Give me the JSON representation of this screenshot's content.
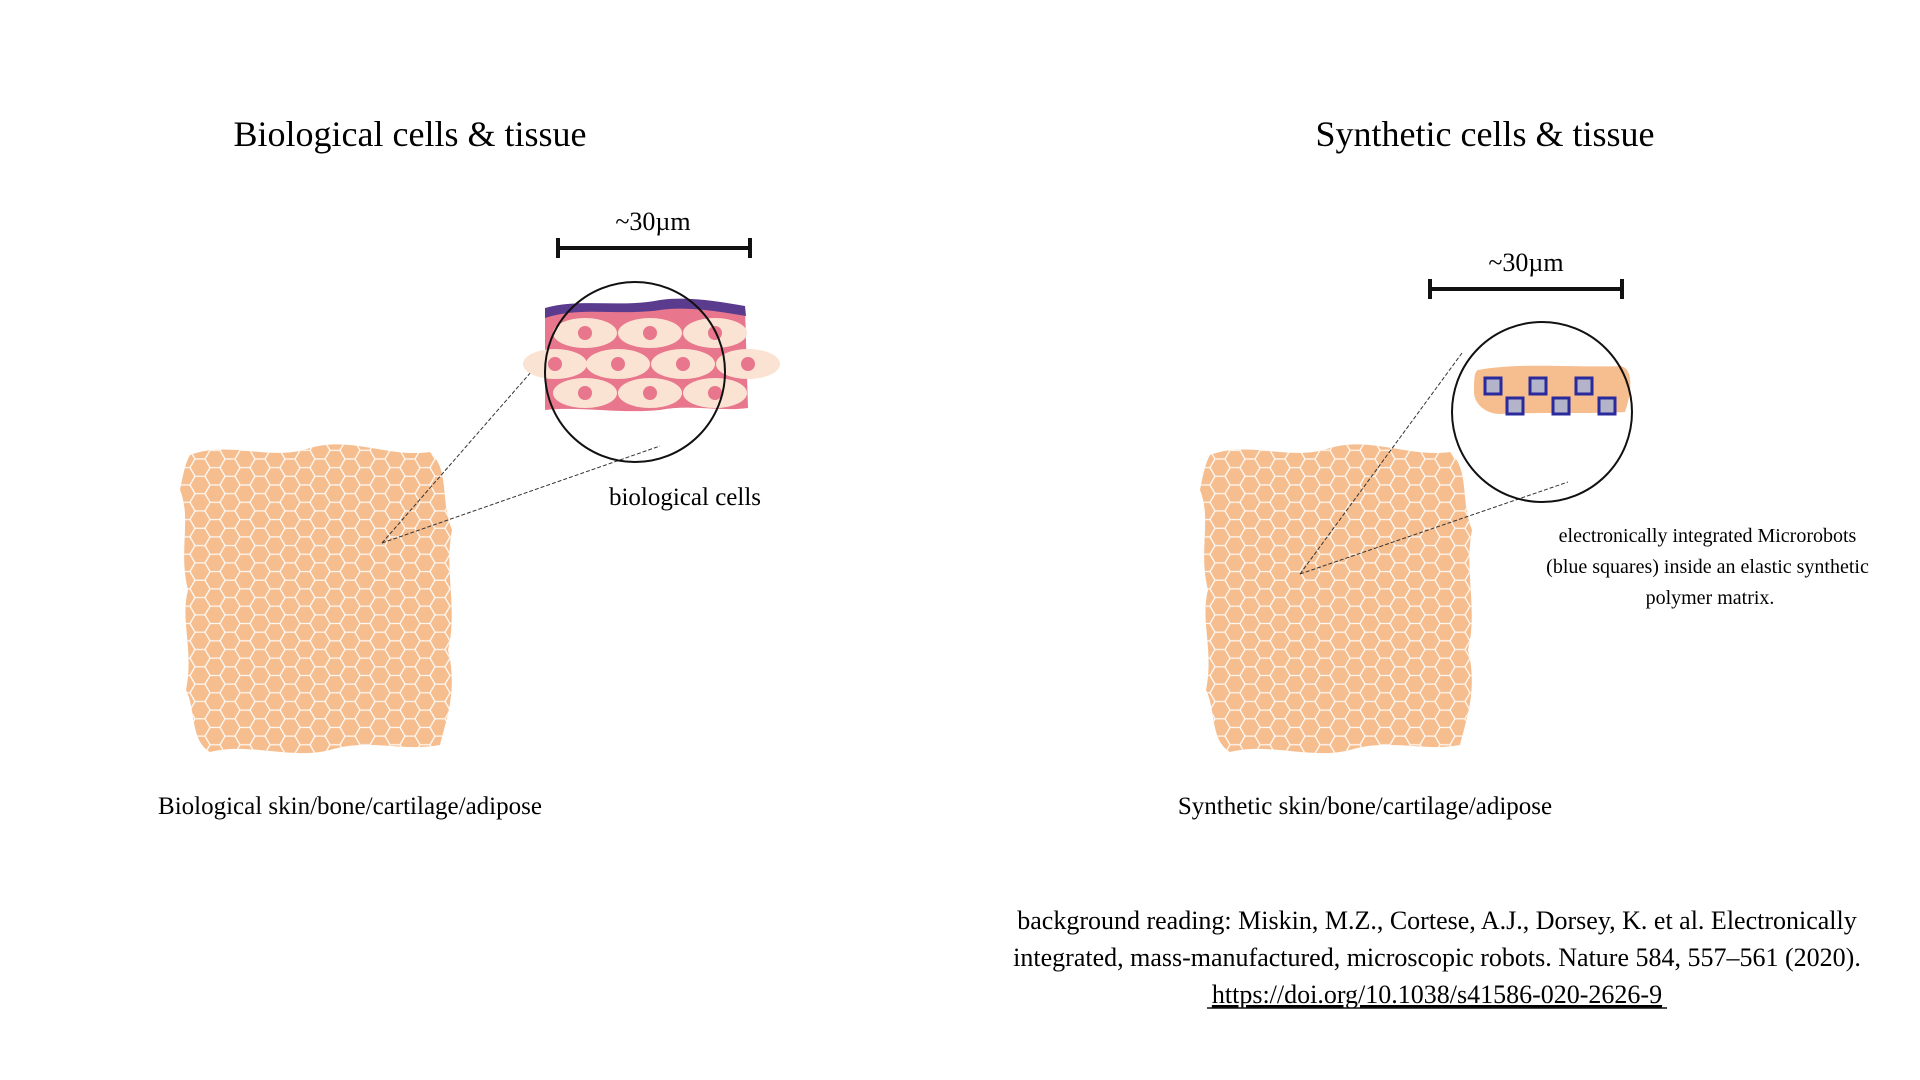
{
  "left_panel": {
    "title": "Biological cells & tissue",
    "scale_label": "~30µm",
    "zoom_label": "biological cells",
    "tissue_label": "Biological skin/bone/cartilage/adipose"
  },
  "right_panel": {
    "title": "Synthetic cells & tissue",
    "scale_label": "~30µm",
    "zoom_label_lines": [
      "electronically integrated Microrobots",
      "(blue squares) inside an elastic synthetic",
      "polymer matrix."
    ],
    "tissue_label": "Synthetic skin/bone/cartilage/adipose"
  },
  "reference": {
    "line1": "background reading: Miskin, M.Z., Cortese, A.J., Dorsey, K. et al. Electronically",
    "line2": "integrated, mass-manufactured, microscopic robots. Nature 584, 557–561 (2020).",
    "link": "https://doi.org/10.1038/s41586-020-2626-9"
  },
  "colors": {
    "tissue": "#f6be8f",
    "hex_line": "#ffffff",
    "cell_bg": "#e8768c",
    "cell_body": "#fbe3d3",
    "nucleus": "#e8768c",
    "membrane": "#5b3b8e",
    "robot_fill": "#b3b3c9",
    "robot_stroke": "#2a2a9c",
    "matrix": "#f6be8f"
  }
}
